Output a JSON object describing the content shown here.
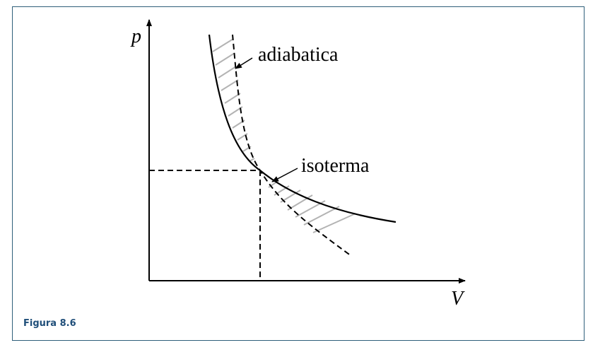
{
  "diagram": {
    "y_axis_label": "p",
    "x_axis_label": "V",
    "adiabat_label": "adiabatica",
    "isotherm_label": "isoterma"
  },
  "caption": "Figura 8.6"
}
